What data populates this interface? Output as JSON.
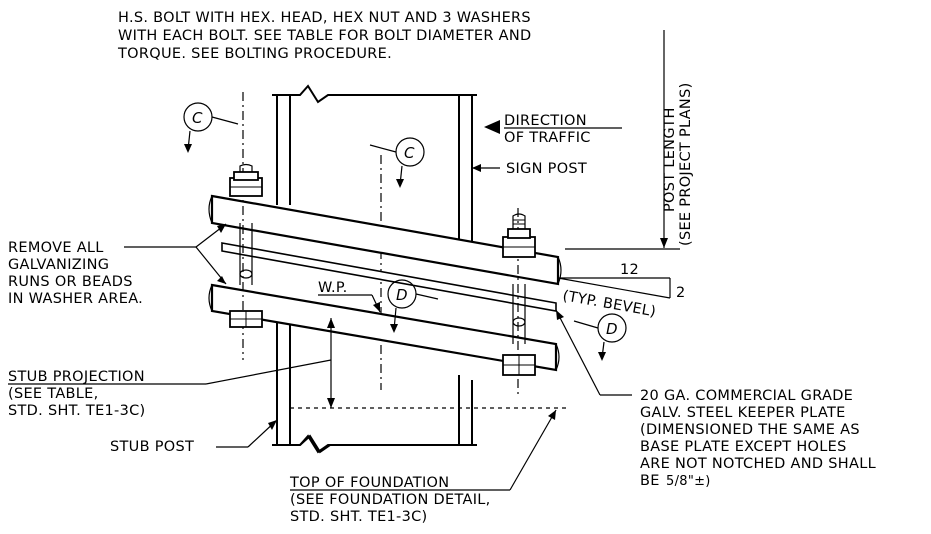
{
  "notes": {
    "bolt_note": [
      "H.S. BOLT WITH HEX. HEAD, HEX NUT AND 3 WASHERS",
      "WITH EACH BOLT. SEE TABLE FOR BOLT DIAMETER AND",
      "TORQUE. SEE BOLTING PROCEDURE."
    ],
    "direction": [
      "DIRECTION",
      "OF TRAFFIC"
    ],
    "sign_post": "SIGN POST",
    "post_length": [
      "POST LENGTH",
      "(SEE PROJECT PLANS)"
    ],
    "remove_galv": [
      "REMOVE ALL",
      "GALVANIZING",
      "RUNS OR BEADS",
      "IN WASHER AREA."
    ],
    "wp": "W.P.",
    "bevel": {
      "run": "12",
      "rise": "2",
      "label": "(TYP. BEVEL)"
    },
    "stub_projection": [
      "STUB PROJECTION",
      "(SEE TABLE,",
      "STD. SHT. TE1-3C)"
    ],
    "stub_post": "STUB POST",
    "foundation": [
      "TOP OF FOUNDATION",
      "(SEE FOUNDATION DETAIL,",
      "STD. SHT. TE1-3C)"
    ],
    "keeper_plate": [
      "20 GA. COMMERCIAL GRADE",
      "GALV. STEEL KEEPER PLATE",
      "(DIMENSIONED THE SAME AS",
      "BASE PLATE EXCEPT HOLES",
      "ARE NOT NOTCHED AND SHALL",
      "BE",
      "5/8\"±)"
    ]
  },
  "section_marks": {
    "c_left": "C",
    "c_mid": "C",
    "d_mid": "D",
    "d_right": "D"
  }
}
